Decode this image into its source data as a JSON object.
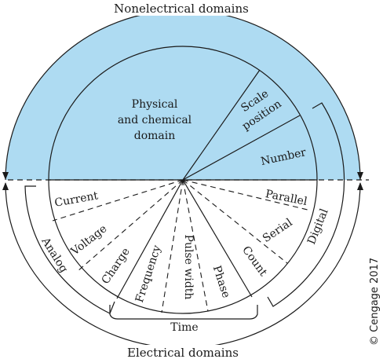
{
  "colors": {
    "nonelectrical_fill": "#aedbf2",
    "electrical_fill": "#ffffff",
    "stroke": "#1a1a1a"
  },
  "outer_labels": {
    "top": "Nonelectrical domains",
    "bottom": "Electrical domains"
  },
  "nonelectrical": {
    "physical": [
      "Physical",
      "and chemical",
      "domain"
    ],
    "scale": [
      "Scale",
      "position"
    ],
    "number": "Number"
  },
  "electrical": {
    "current": "Current",
    "voltage": "Voltage",
    "charge": "Charge",
    "frequency": "Frequency",
    "pulse_width": "Pulse width",
    "phase": "Phase",
    "count": "Count",
    "serial": "Serial",
    "parallel": "Parallel"
  },
  "groups": {
    "analog": "Analog",
    "digital": "Digital",
    "time": "Time"
  },
  "copyright": "© Cengage 2017"
}
